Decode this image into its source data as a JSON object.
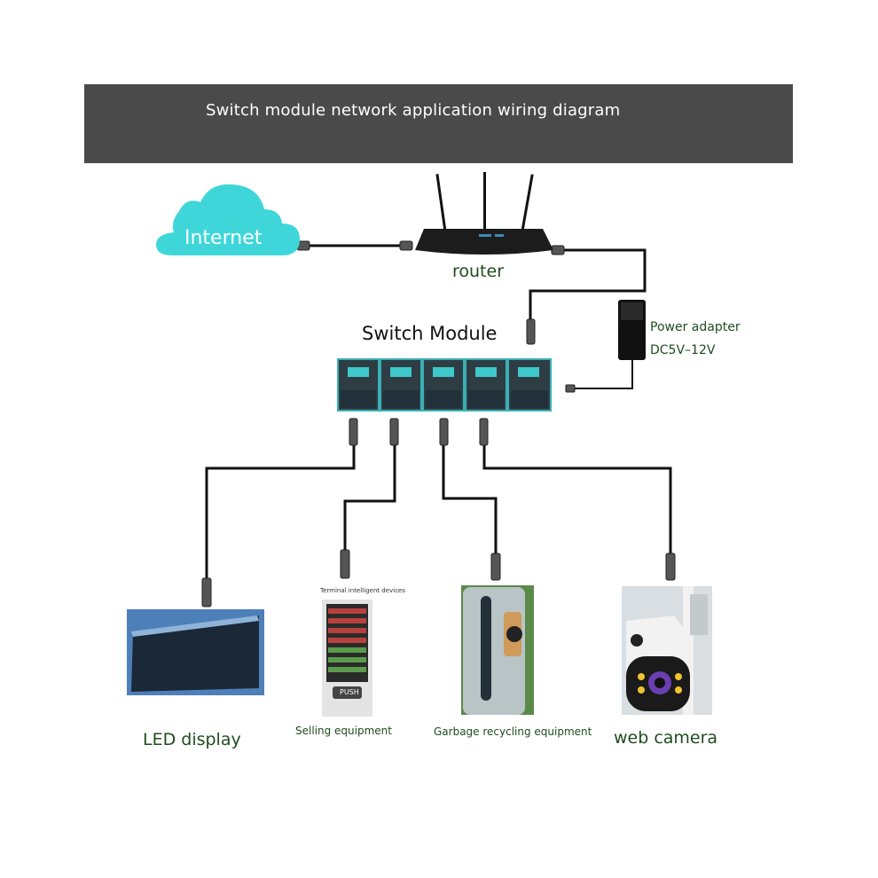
{
  "banner": {
    "title": "Switch module network application wiring diagram"
  },
  "internet": {
    "label": "Internet"
  },
  "router": {
    "label": "router"
  },
  "switch": {
    "title": "Switch Module"
  },
  "power": {
    "label": "Power adapter",
    "spec": "DC5V–12V"
  },
  "devices": {
    "led": "LED display",
    "selling": "Selling equipment",
    "selling_caption": "Terminal intelligent devices",
    "selling_button": "PUSH",
    "garbage": "Garbage recycling equipment",
    "camera": "web camera"
  },
  "colors": {
    "banner": "#4a4a4a",
    "cloud": "#3fd6d9",
    "switch_body": "#2e3d44",
    "switch_screen": "#3ec8c9",
    "cable": "#111111",
    "label_green": "#1f4d1f"
  },
  "icons": [
    "cloud-icon",
    "router-icon",
    "switch-module-icon",
    "power-adapter-icon",
    "led-display-icon",
    "vending-machine-icon",
    "garbage-bin-icon",
    "camera-icon",
    "connector-icon"
  ]
}
